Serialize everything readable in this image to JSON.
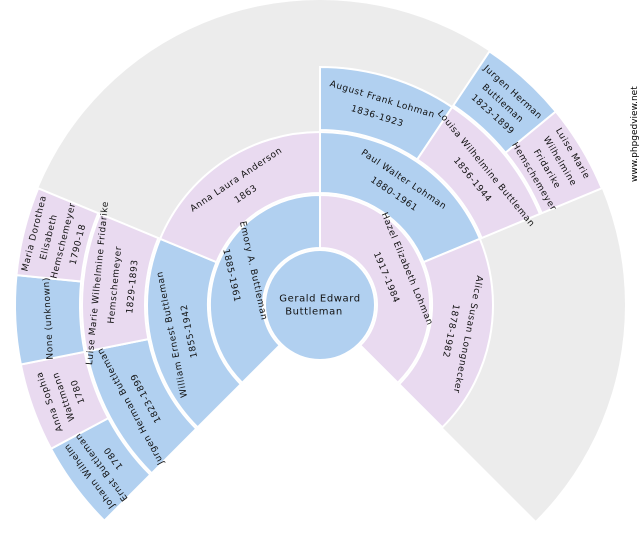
{
  "colors": {
    "male": "#b1d0f0",
    "female": "#e9daf0",
    "empty": "#ececec"
  },
  "watermark": "www.phpgedview.net",
  "root": {
    "lines": [
      "Gerald Edward",
      "Buttleman"
    ],
    "sex": "male"
  },
  "people": [
    {
      "ring": 1,
      "index": 0,
      "sex": "male",
      "lines": [
        "Emory A. Buttleman",
        "1885-1961"
      ]
    },
    {
      "ring": 1,
      "index": 1,
      "sex": "female",
      "lines": [
        "Hazel Elizabeth Lohman",
        "1917-1984"
      ]
    },
    {
      "ring": 2,
      "index": 0,
      "sex": "male",
      "lines": [
        "William Ernest Buttleman",
        "1855-1942"
      ]
    },
    {
      "ring": 2,
      "index": 1,
      "sex": "female",
      "lines": [
        "Anna Laura Anderson",
        "1863"
      ]
    },
    {
      "ring": 2,
      "index": 2,
      "sex": "male",
      "lines": [
        "Paul Walter Lohman",
        "1880-1961"
      ]
    },
    {
      "ring": 2,
      "index": 3,
      "sex": "female",
      "lines": [
        "Alice Susan Longnecker",
        "1878-1982"
      ]
    },
    {
      "ring": 3,
      "index": 0,
      "sex": "male",
      "lines": [
        "Jurgen Herman Buttleman",
        "1823-1899"
      ]
    },
    {
      "ring": 3,
      "index": 1,
      "sex": "female",
      "lines": [
        "Luise Marie Wilhelmine Fridarike",
        "Hemschemeyer",
        "1829-1893"
      ]
    },
    {
      "ring": 3,
      "index": 4,
      "sex": "male",
      "lines": [
        "August Frank Lohman",
        "1836-1923"
      ]
    },
    {
      "ring": 3,
      "index": 5,
      "sex": "female",
      "lines": [
        "Louisa Wilhelmine Buttleman",
        "1856-1944"
      ]
    },
    {
      "ring": 4,
      "index": 0,
      "sex": "male",
      "lines": [
        "Johann Wilhelm",
        "Ernst Buttleman",
        "1780"
      ]
    },
    {
      "ring": 4,
      "index": 1,
      "sex": "female",
      "lines": [
        "Anna Sophia",
        "Wattmann",
        "1780"
      ]
    },
    {
      "ring": 4,
      "index": 2,
      "sex": "male",
      "lines": [
        "None (unknown)"
      ]
    },
    {
      "ring": 4,
      "index": 3,
      "sex": "female",
      "lines": [
        "Maria Dorothea",
        "Elisabeth",
        "Hemschemeyer",
        "1790-18"
      ]
    },
    {
      "ring": 4,
      "index": 10,
      "sex": "male",
      "lines": [
        "Jurgen Herman",
        "Buttleman",
        "1823-1899"
      ]
    },
    {
      "ring": 4,
      "index": 11,
      "sex": "female",
      "lines": [
        "Luise Marie",
        "Wilhelmine",
        "Fridarike",
        "Hemschemeyer"
      ]
    }
  ]
}
